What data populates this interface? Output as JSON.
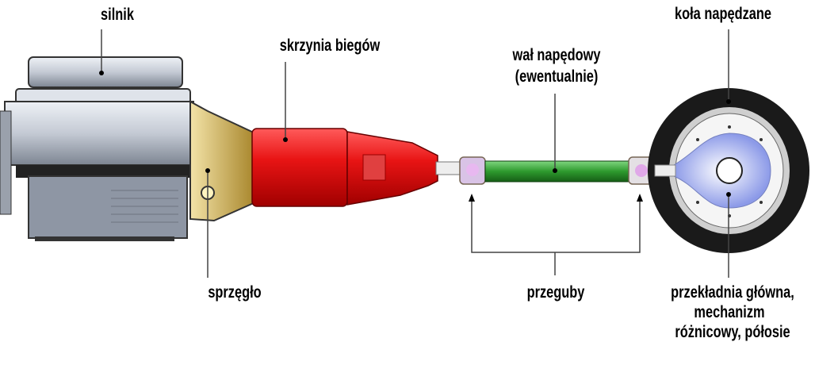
{
  "labels": {
    "engine": "silnik",
    "gearbox": "skrzynia biegów",
    "driveshaft_line1": "wał napędowy",
    "driveshaft_line2": "(ewentualnie)",
    "driven_wheels": "koła napędzane",
    "clutch": "sprzęgło",
    "joints": "przeguby",
    "final_drive_line1": "przekładnia główna,",
    "final_drive_line2": "mechanizm",
    "final_drive_line3": "różnicowy, półosie"
  },
  "colors": {
    "engine": "#b8c0cc",
    "clutch": "#c9a640",
    "gearbox": "#e01010",
    "driveshaft": "#2e9a2e",
    "joint": "#c9a8d8",
    "tire": "#1a1a1a",
    "hub": "#9aa8ef"
  }
}
